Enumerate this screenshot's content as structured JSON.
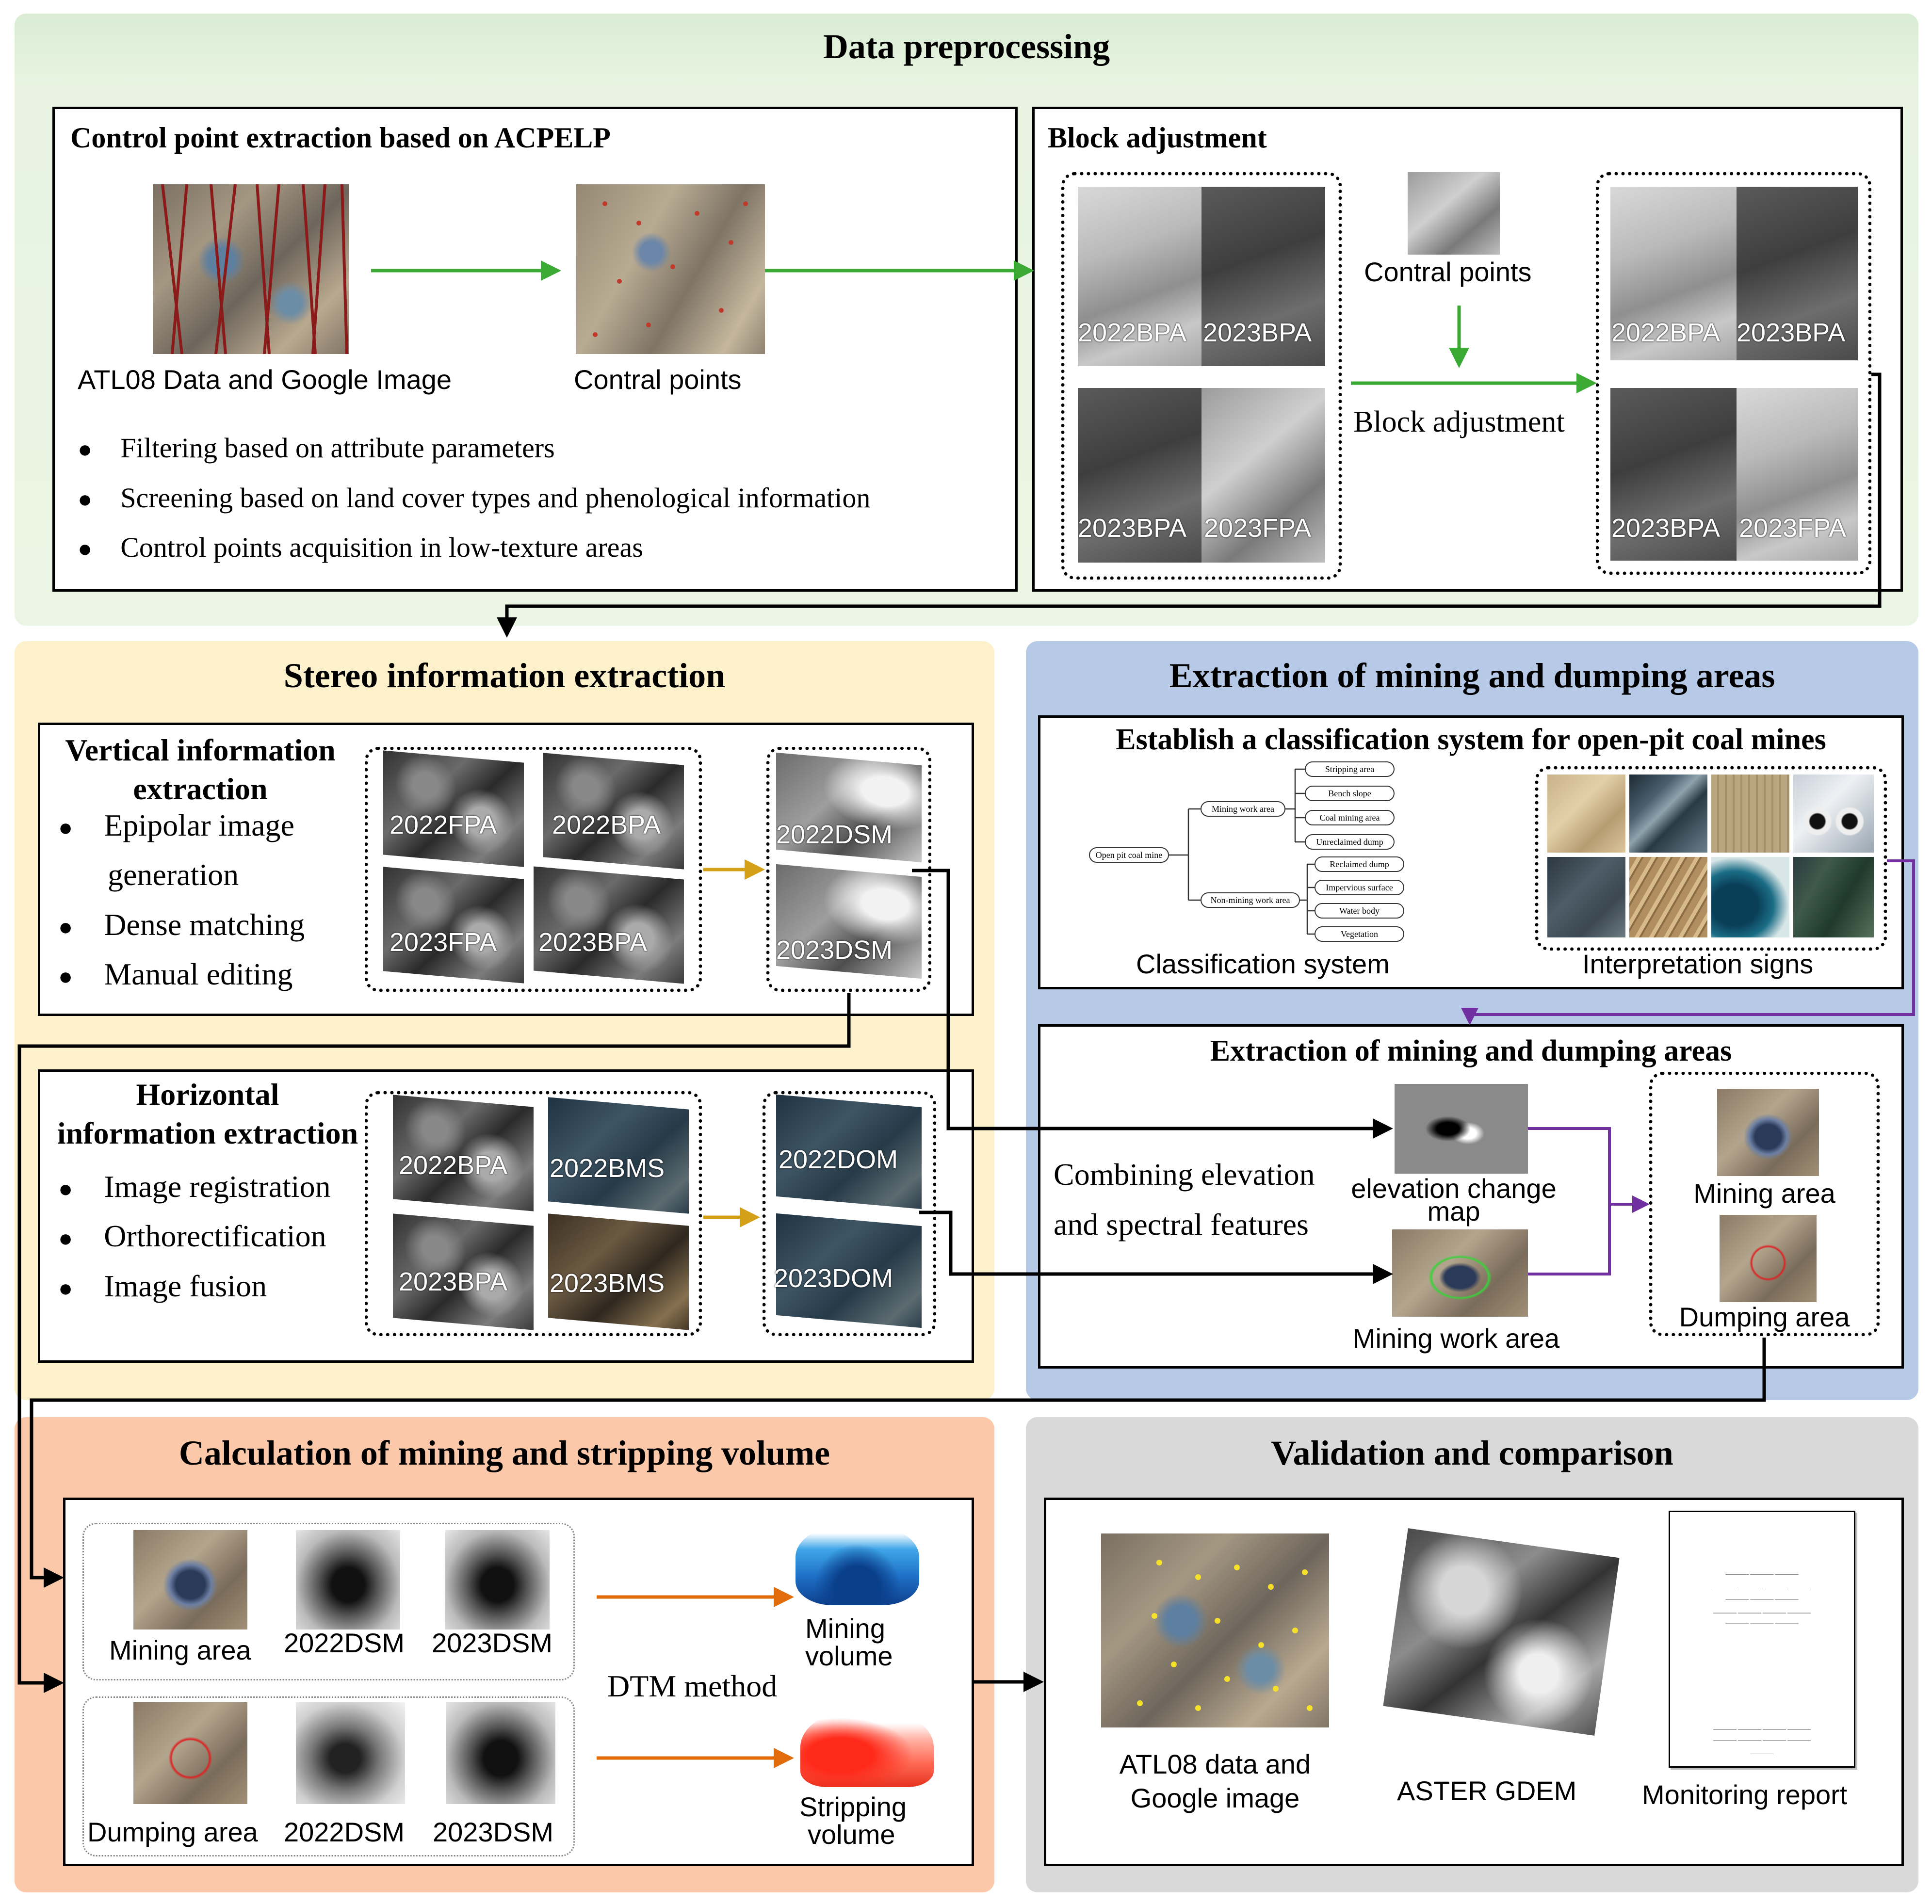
{
  "sections": {
    "pre": "Data preprocessing",
    "stereo": "Stereo  information extraction",
    "mining": "Extraction of mining and dumping areas",
    "calc": "Calculation of mining and stripping volume",
    "valid": "Validation and comparison"
  },
  "control": {
    "title": "Control point extraction based on ACPELP",
    "img1_label": "ATL08 Data and Google Image",
    "img2_label": "Contral points",
    "bullets": [
      "Filtering based on attribute parameters",
      "Screening based on land cover types and phenological information",
      "Control points acquisition in low-texture areas"
    ]
  },
  "block": {
    "title": "Block adjustment",
    "left": [
      [
        "2022BPA",
        "2023BPA"
      ],
      [
        "2023BPA",
        "2023FPA"
      ]
    ],
    "right": [
      [
        "2022BPA",
        "2023BPA"
      ],
      [
        "2023BPA",
        "2023FPA"
      ]
    ],
    "cp_label": "Contral points",
    "ba_label": "Block adjustment"
  },
  "vertical": {
    "title1": "Vertical information",
    "title2": "extraction",
    "bullets": [
      "Epipolar image",
      "generation",
      "Dense matching",
      "Manual editing"
    ],
    "imgs": [
      "2022FPA",
      "2022BPA",
      "2023FPA",
      "2023BPA"
    ],
    "out": [
      "2022DSM",
      "2023DSM"
    ]
  },
  "horizontal": {
    "title1": "Horizontal",
    "title2": "information extraction",
    "bullets": [
      "Image registration",
      "Orthorectification",
      "Image fusion"
    ],
    "imgs": [
      "2022BPA",
      "2022BMS",
      "2023BPA",
      "2023BMS"
    ],
    "out": [
      "2022DOM",
      "2023DOM"
    ]
  },
  "classification": {
    "title": "Establish a classification system for open-pit coal mines",
    "root": "Open pit coal mine",
    "mining": "Mining work area",
    "nonmining": "Non-mining work area",
    "mining_children": [
      "Stripping area",
      "Bench slope",
      "Coal mining area",
      "Unreclaimed dump"
    ],
    "nonmining_children": [
      "Reclaimed dump",
      "Impervious surface",
      "Water body",
      "Vegetation"
    ],
    "cls_label": "Classification system",
    "signs_label": "Interpretation signs"
  },
  "extraction": {
    "title": "Extraction of mining and dumping areas",
    "combine1": "Combining elevation",
    "combine2": "and spectral features",
    "elev1": "elevation change",
    "elev2": "map",
    "mwork": "Mining work area",
    "marea": "Mining area",
    "darea": "Dumping area"
  },
  "calc": {
    "mining_area": "Mining area",
    "dumping_area": "Dumping area",
    "dsm2022": "2022DSM",
    "dsm2023": "2023DSM",
    "dtm": "DTM method",
    "mv1": "Mining",
    "mv2": "volume",
    "sv1": "Stripping",
    "sv2": "volume"
  },
  "valid": {
    "atl1": "ATL08 data and",
    "atl2": "Google image",
    "aster": "ASTER GDEM",
    "report": "Monitoring report"
  }
}
